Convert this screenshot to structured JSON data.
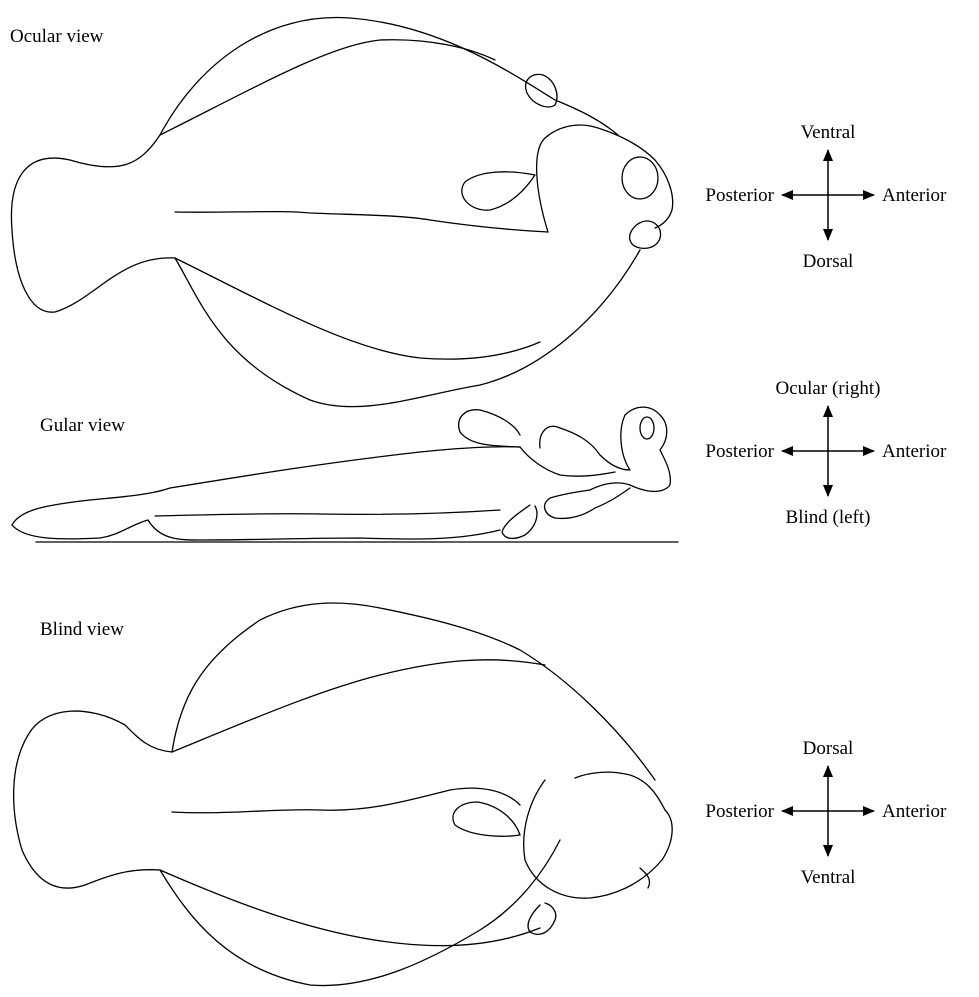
{
  "views": [
    {
      "id": "ocular",
      "title": "Ocular view",
      "axis": {
        "up": "Ventral",
        "down": "Dorsal",
        "left": "Posterior",
        "right": "Anterior"
      }
    },
    {
      "id": "gular",
      "title": "Gular view",
      "axis": {
        "up": "Ocular (right)",
        "down": "Blind (left)",
        "left": "Posterior",
        "right": "Anterior"
      }
    },
    {
      "id": "blind",
      "title": "Blind view",
      "axis": {
        "up": "Dorsal",
        "down": "Ventral",
        "left": "Posterior",
        "right": "Anterior"
      }
    }
  ],
  "colors": {
    "stroke": "#000000",
    "background": "#ffffff"
  }
}
